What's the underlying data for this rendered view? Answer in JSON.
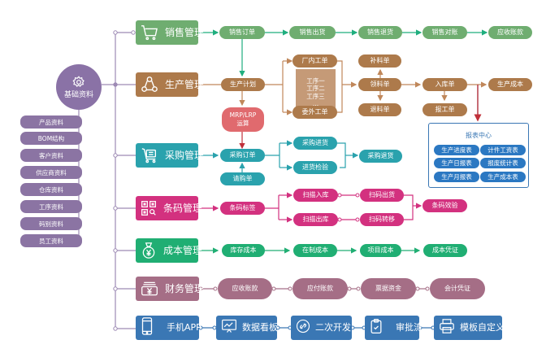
{
  "hub": {
    "label": "基础资料",
    "icon": "gear-icon"
  },
  "base_items": [
    "产品资料",
    "BOM结构",
    "客户资料",
    "供应商资料",
    "仓库资料",
    "工序资料",
    "码别资料",
    "员工资料"
  ],
  "modules": {
    "sales": {
      "label": "销售管理",
      "icon": "cart-icon",
      "color": "#6fad70",
      "steps": [
        "销售订单",
        "销售出货",
        "销售退货",
        "销售对账",
        "应收账款"
      ]
    },
    "production": {
      "label": "生产管理",
      "icon": "cycle-icon",
      "color": "#ad7a4b",
      "plan": "生产计划",
      "internal": "厂内工单",
      "outsource": "委外工单",
      "processes": [
        "工序一",
        "工序二",
        "工序三",
        "..."
      ],
      "supplement": "补料单",
      "pick": "领料单",
      "return": "退料单",
      "inbound": "入库单",
      "report": "报工单",
      "cost": "生产成本"
    },
    "mrp": {
      "line1": "MRP/LRP",
      "line2": "运算",
      "color": "#e06a6e"
    },
    "purchase": {
      "label": "采购管理",
      "icon": "purchase-cart-icon",
      "color": "#2aa2ad",
      "order": "采购订单",
      "request": "请购单",
      "receive": "采购进货",
      "inspect": "进货检验",
      "return": "采购退货"
    },
    "barcode": {
      "label": "条码管理",
      "icon": "qr-code-icon",
      "color": "#d3317f",
      "label_step": "条码标签",
      "scan_in": "扫描入库",
      "scan_out": "扫描出库",
      "ship": "扫码出货",
      "transfer": "扫码转移",
      "trace": "条码效验"
    },
    "cost": {
      "label": "成本管理",
      "icon": "money-bag-icon",
      "color": "#20ae73",
      "steps": [
        "库存成本",
        "在制成本",
        "项目成本",
        "成本凭证"
      ]
    },
    "finance": {
      "label": "财务管理",
      "icon": "yuan-stack-icon",
      "color": "#a56e86",
      "steps": [
        "应收账款",
        "应付账款",
        "票据资金",
        "会计凭证"
      ]
    }
  },
  "report_center": {
    "title": "报表中心",
    "items": [
      "生产进度表",
      "计件工资表",
      "生产日报表",
      "报废统计表",
      "生产月报表",
      "生产成本表"
    ]
  },
  "bottom_bar": [
    {
      "label": "手机APP",
      "icon": "phone-icon"
    },
    {
      "label": "数据看板",
      "icon": "dashboard-icon"
    },
    {
      "label": "二次开发",
      "icon": "link-icon"
    },
    {
      "label": "审批流",
      "icon": "clipboard-check-icon"
    },
    {
      "label": "模板自定义",
      "icon": "printer-icon"
    }
  ],
  "colors": {
    "trunk": "#9d8ab4",
    "bottom": "#3a77b4",
    "report_arrow": "#b43a48"
  }
}
